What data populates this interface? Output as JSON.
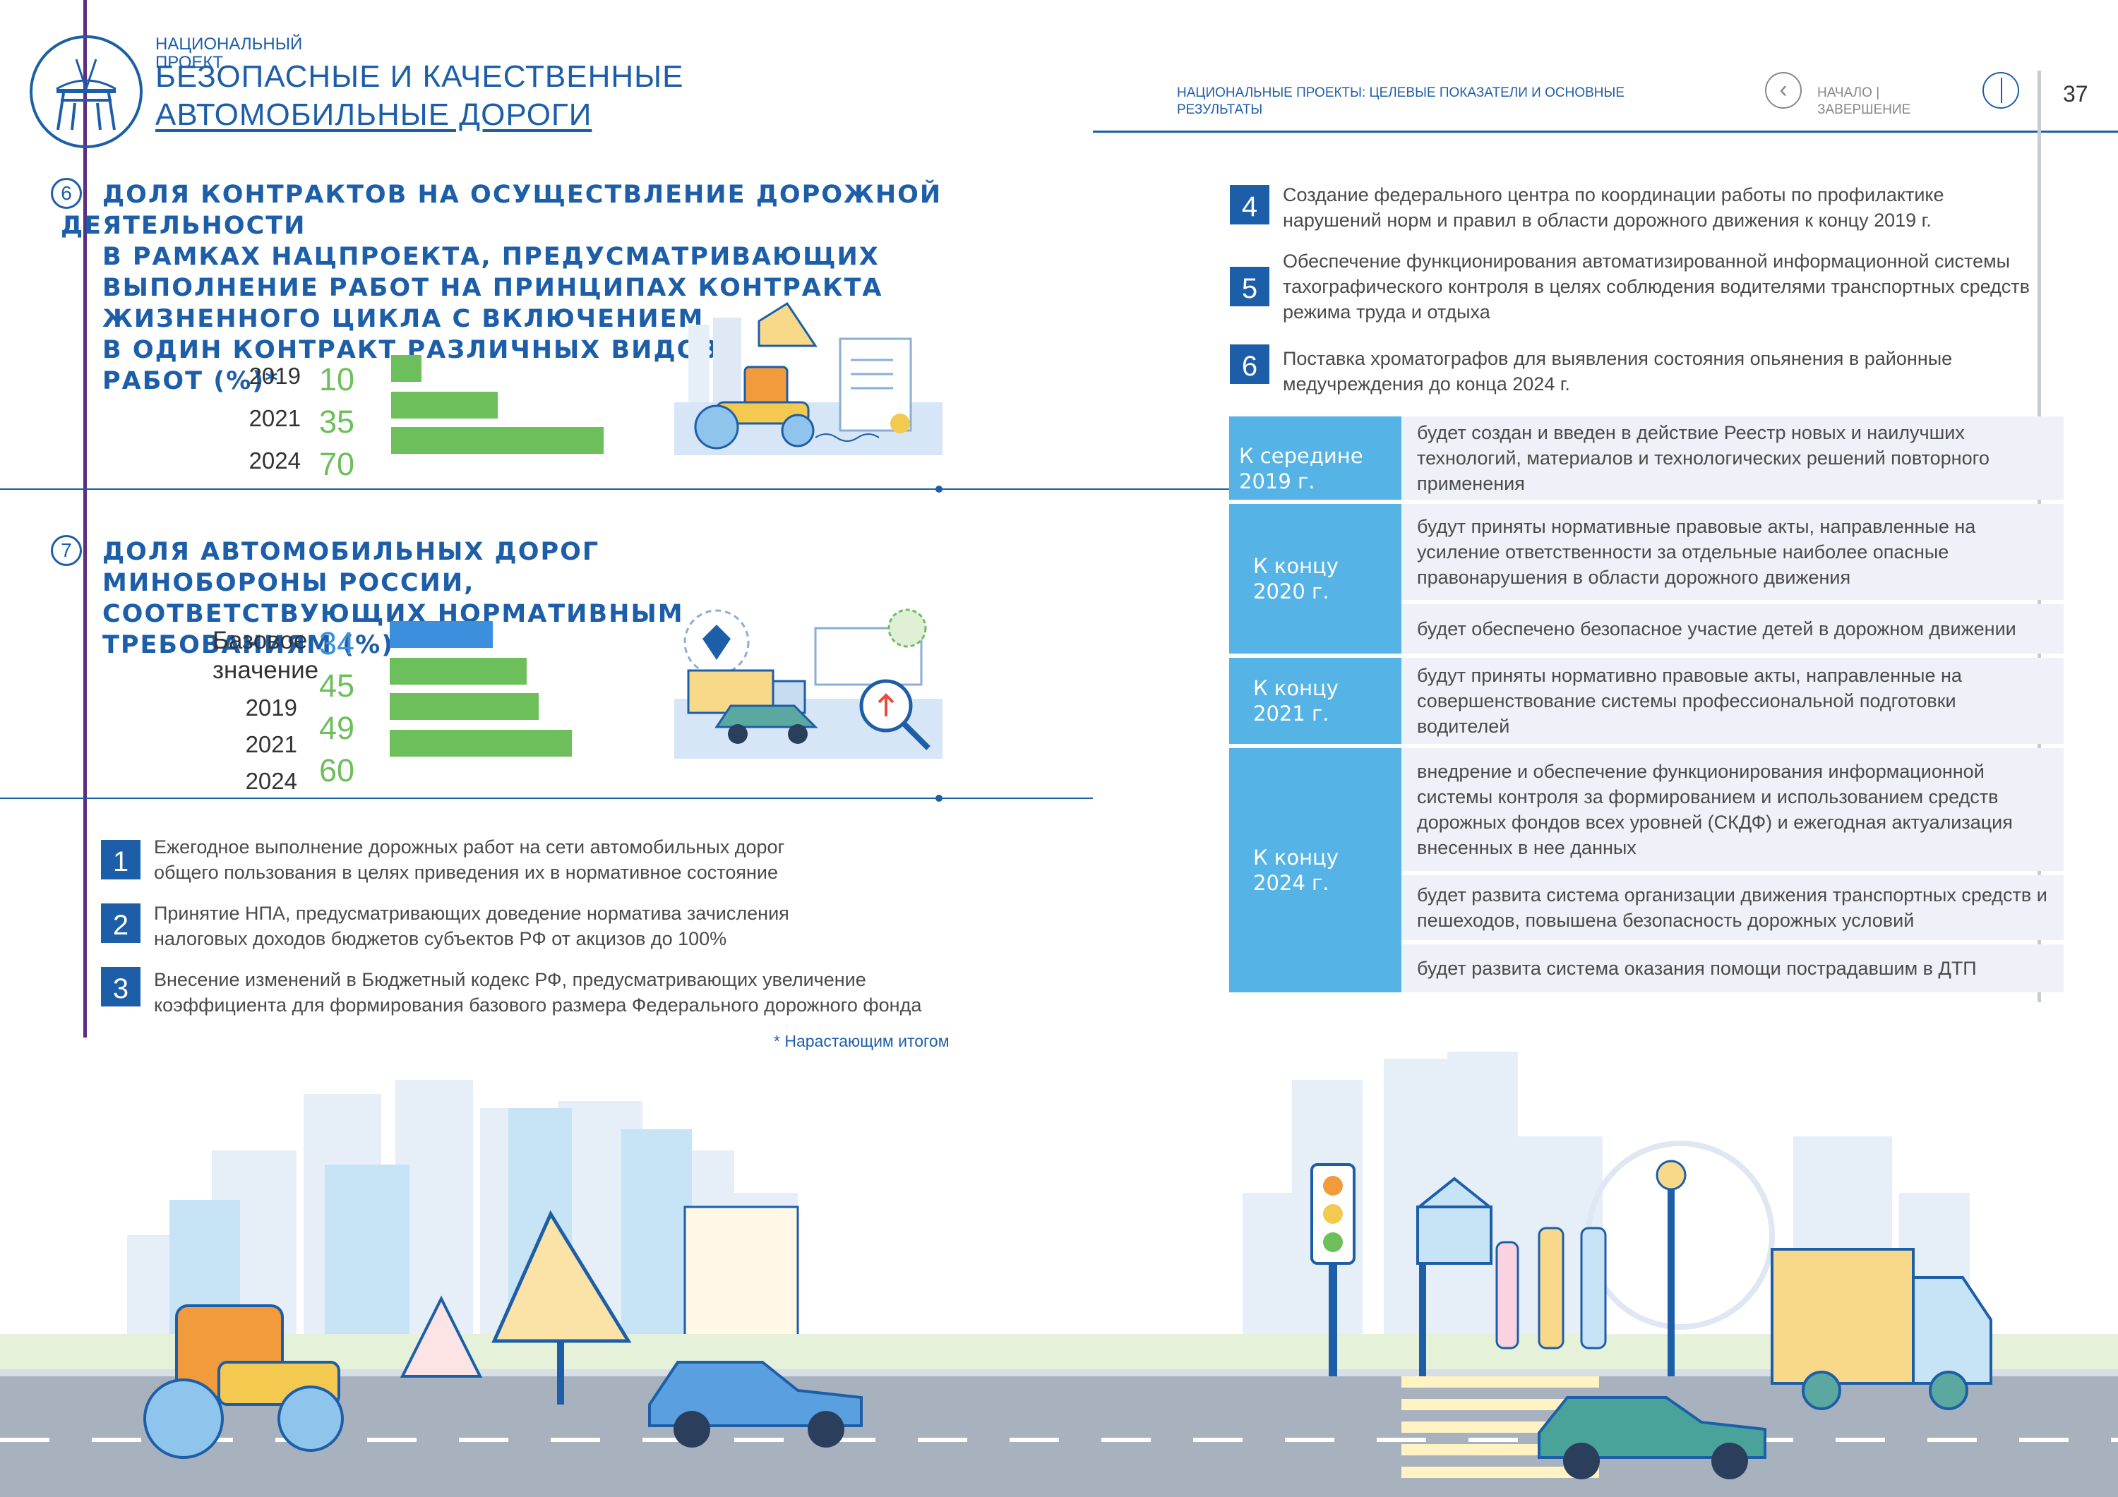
{
  "header": {
    "project_label": "НАЦИОНАЛЬНЫЙ ПРОЕКТ",
    "title_line1": "БЕЗОПАСНЫЕ И КАЧЕСТВЕННЫЕ",
    "title_line2": "АВТОМОБИЛЬНЫЕ ДОРОГИ",
    "right_title": "НАЦИОНАЛЬНЫЕ ПРОЕКТЫ: ЦЕЛЕВЫЕ ПОКАЗАТЕЛИ И ОСНОВНЫЕ РЕЗУЛЬТАТЫ",
    "nav_text": "НАЧАЛО | ЗАВЕРШЕНИЕ",
    "page_number": "37"
  },
  "section6": {
    "number": "6",
    "title_line1": "ДОЛЯ КОНТРАКТОВ НА ОСУЩЕСТВЛЕНИЕ ДОРОЖНОЙ",
    "title_line2": "ДЕЯТЕЛЬНОСТИ",
    "title_line3": "В РАМКАХ НАЦПРОЕКТА, ПРЕДУСМАТРИВАЮЩИХ",
    "title_line4": "ВЫПОЛНЕНИЕ РАБОТ НА ПРИНЦИПАХ КОНТРАКТА",
    "title_line5": "ЖИЗНЕННОГО ЦИКЛА С ВКЛЮЧЕНИЕМ",
    "title_line6": "В ОДИН КОНТРАКТ РАЗЛИЧНЫХ ВИДОВ",
    "title_line7": "РАБОТ (%)*"
  },
  "section7": {
    "number": "7",
    "title_line1": "ДОЛЯ АВТОМОБИЛЬНЫХ ДОРОГ",
    "title_line2": "МИНОБОРОНЫ РОССИИ,",
    "title_line3": "СООТВЕТСТВУЮЩИХ НОРМАТИВНЫМ",
    "title_line4": "ТРЕБОВАНИЯМ (%)",
    "base_label_1": "Базовое",
    "base_label_2": "значение"
  },
  "chart_data": [
    {
      "type": "bar",
      "categories": [
        "2019",
        "2021",
        "2024"
      ],
      "values": [
        10,
        35,
        70
      ],
      "labels": [
        "10",
        "35",
        "70"
      ],
      "title": "ДОЛЯ КОНТРАКТОВ НА ОСУЩЕСТВЛЕНИЕ ДОРОЖНОЙ ДЕЯТЕЛЬНОСТИ В РАМКАХ НАЦПРОЕКТА, ПРЕДУСМАТРИВАЮЩИХ ВЫПОЛНЕНИЕ РАБОТ НА ПРИНЦИПАХ КОНТРАКТА ЖИЗНЕННОГО ЦИКЛА С ВКЛЮЧЕНИЕМ В ОДИН КОНТРАКТ РАЗЛИЧНЫХ ВИДОВ РАБОТ (%)*",
      "bar_color": "#6cbf5a"
    },
    {
      "type": "bar",
      "categories": [
        "Базовое значение",
        "2019",
        "2021",
        "2024"
      ],
      "values": [
        34,
        45,
        49,
        60
      ],
      "labels": [
        "34",
        "45",
        "49",
        "60"
      ],
      "title": "ДОЛЯ АВТОМОБИЛЬНЫХ ДОРОГ МИНОБОРОНЫ РОССИИ, СООТВЕТСТВУЮЩИХ НОРМАТИВНЫМ ТРЕБОВАНИЯМ (%)",
      "bar_colors": [
        "#3c8fdc",
        "#6cbf5a",
        "#6cbf5a",
        "#6cbf5a"
      ]
    }
  ],
  "left_list": [
    {
      "num": "1",
      "line1": "Ежегодное выполнение дорожных работ на сети автомобильных дорог",
      "line2": "общего пользования в целях приведения их в нормативное состояние"
    },
    {
      "num": "2",
      "line1": "Принятие НПА, предусматривающих доведение норматива зачисления",
      "line2": "налоговых доходов бюджетов субъектов РФ от акцизов до 100%"
    },
    {
      "num": "3",
      "line1": "Внесение изменений в Бюджетный кодекс РФ, предусматривающих увеличение",
      "line2": "коэффициента для формирования базового размера Федерального дорожного фонда"
    }
  ],
  "footnote": "* Нарастающим итогом",
  "right_list": [
    {
      "num": "4",
      "line1": "Создание федерального центра по координации работы по профилактике",
      "line2": "нарушений норм и правил в области дорожного движения к концу 2019 г.",
      "line3": ""
    },
    {
      "num": "5",
      "line1": "Обеспечение функционирования автоматизированной информационной системы",
      "line2": "тахографического контроля в целях соблюдения водителями транспортных средств",
      "line3": "режима труда и отдыха"
    },
    {
      "num": "6",
      "line1": "Поставка хроматографов для выявления состояния опьянения в районные",
      "line2": "медучреждения до конца 2024 г.",
      "line3": ""
    }
  ],
  "timeline": [
    {
      "period": "К середине 2019 г.",
      "items": [
        "будет создан и введен в действие Реестр новых и наилучших технологий, материалов и технологических решений повторного применения"
      ]
    },
    {
      "period": "К концу 2020 г.",
      "items": [
        "будут приняты нормативные правовые акты, направленные на усиление ответственности за отдельные наиболее опасные правонарушения в области дорожного движения",
        "будет обеспечено безопасное участие детей в дорожном движении"
      ]
    },
    {
      "period": "К концу 2021 г.",
      "items": [
        "будут приняты нормативно правовые акты, направленные на совершенствование системы профессиональной подготовки водителей"
      ]
    },
    {
      "period": "К концу 2024 г.",
      "items": [
        "внедрение и обеспечение функционирования информационной системы контроля за формированием и использованием средств дорожных фондов всех уровней (СКДФ) и ежегодная актуализация внесенных в нее данных",
        "будет развита система организации движения транспортных средств и пешеходов, повышена безопасность дорожных условий",
        "будет развита система оказания помощи пострадавшим в ДТП"
      ]
    }
  ],
  "colors": {
    "primary": "#1d5ea8",
    "green": "#6cbf5a",
    "blue_bar": "#3c8fdc",
    "timeline_label": "#55b3e6",
    "timeline_cell": "#eef1f8",
    "accent_line": "#5c2f82"
  }
}
